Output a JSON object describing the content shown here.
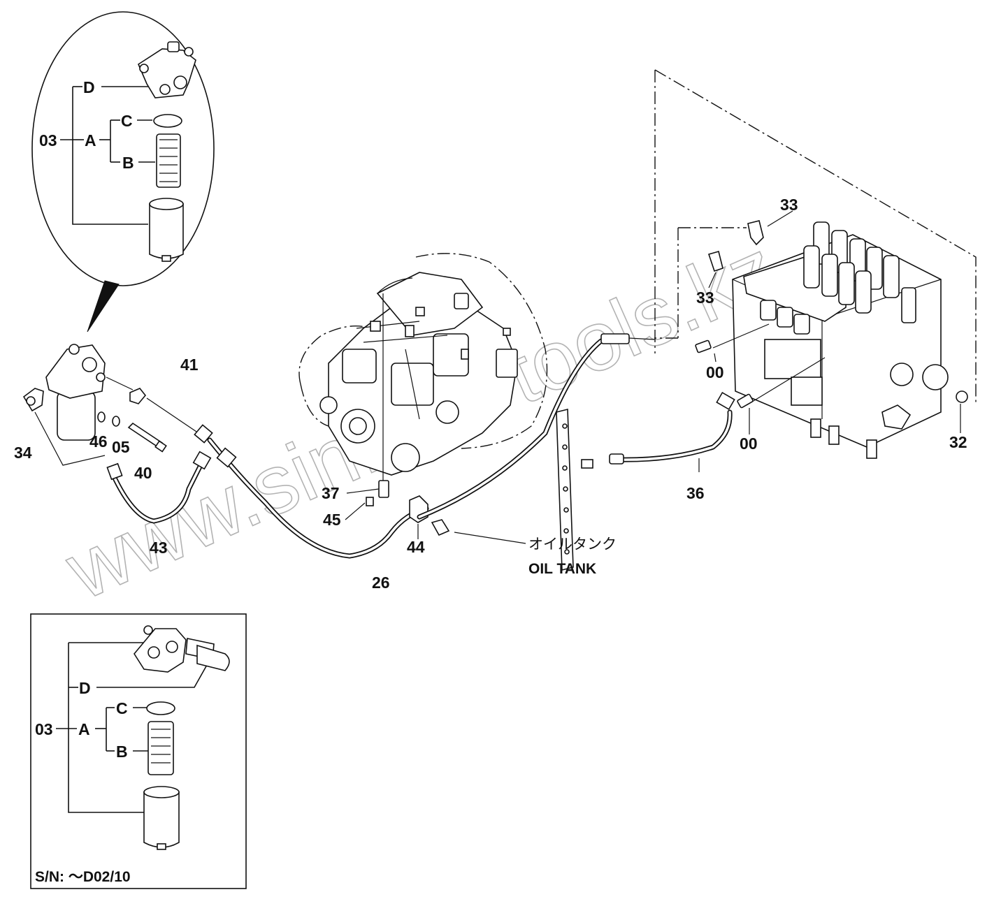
{
  "callouts": {
    "upper_inset": {
      "assembly": "03",
      "sub_a": "A",
      "sub_b": "B",
      "sub_c": "C",
      "sub_d": "D"
    },
    "lower_inset": {
      "assembly": "03",
      "sub_a": "A",
      "sub_b": "B",
      "sub_c": "C",
      "sub_d": "D",
      "serial_note": "S/N: ～D02/10"
    },
    "parts": {
      "p41": "41",
      "p34": "34",
      "p46": "46",
      "p05": "05",
      "p40": "40",
      "p43": "43",
      "p26": "26",
      "p37": "37",
      "p45": "45",
      "p44": "44",
      "p36": "36",
      "p33a": "33",
      "p33b": "33",
      "p00a": "00",
      "p00b": "00",
      "p32": "32"
    },
    "oil_tank_jp": "オイルタンク",
    "oil_tank_en": "OIL TANK"
  },
  "watermark": "www.sinfron-tools.kz",
  "colors": {
    "line": "#111111",
    "background": "#ffffff",
    "watermark": "#9a9a9a"
  }
}
